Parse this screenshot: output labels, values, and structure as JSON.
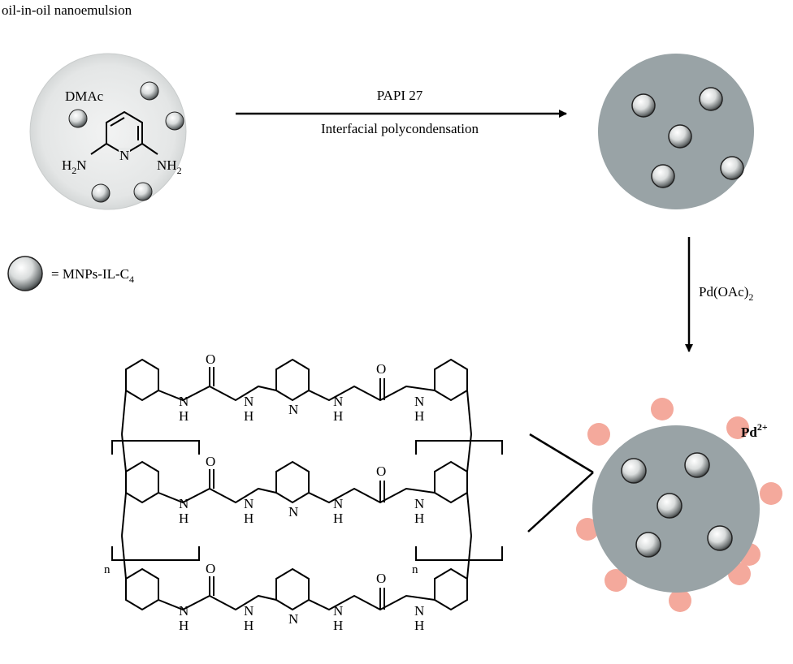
{
  "header": {
    "title": "oil-in-oil nanoemulsion"
  },
  "droplet": {
    "solvent_label": "DMAc",
    "amine_left_main": "H",
    "amine_left_sub": "2",
    "amine_left_tail": "N",
    "amine_right_main": "NH",
    "amine_right_sub": "2",
    "ring_n": "N"
  },
  "reaction1": {
    "reagent": "PAPI 27",
    "process": "Interfacial polycondensation"
  },
  "reaction2": {
    "reagent_main": "Pd(OAc)",
    "reagent_sub": "2"
  },
  "legend": {
    "label_main": "= MNPs-IL-C",
    "label_sub": "4"
  },
  "product": {
    "ion_main": "Pd",
    "ion_sup": "2+"
  },
  "polymer": {
    "carbonyl_o": "O",
    "amide_n": "N",
    "amide_h": "H",
    "pyridine_n": "N",
    "repeat_n": "n"
  },
  "colors": {
    "droplet_fill": "#e6e8e8",
    "capsule_fill": "#99a3a6",
    "pd_fill": "#f4a99c",
    "sphere_shadow": "#1a1a1a"
  }
}
